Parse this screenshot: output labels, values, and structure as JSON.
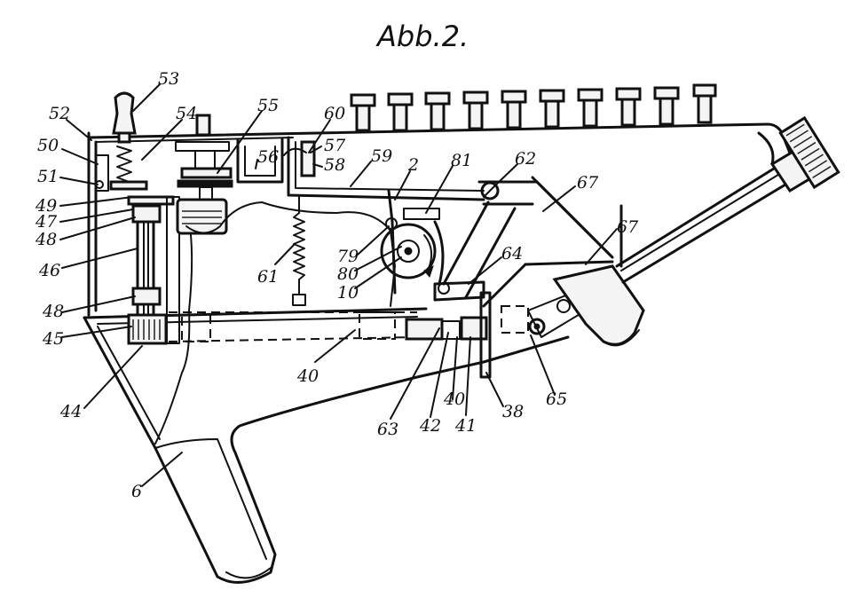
{
  "title": "Abb.2.",
  "labels": {
    "n53": "53",
    "n52": "52",
    "n54": "54",
    "n55": "55",
    "n60": "60",
    "n50": "50",
    "n57": "57",
    "n56": "56",
    "n58": "58",
    "n59": "59",
    "n2": "2",
    "n81": "81",
    "n62": "62",
    "n67a": "67",
    "n51": "51",
    "n49": "49",
    "n47": "47",
    "n48a": "48",
    "n46": "46",
    "n61": "61",
    "n79": "79",
    "n80": "80",
    "n10": "10",
    "n67b": "67",
    "n64": "64",
    "n48b": "48",
    "n45": "45",
    "n40a": "40",
    "n44": "44",
    "n63": "63",
    "n42": "42",
    "n40b": "40",
    "n41": "41",
    "n38": "38",
    "n65": "65",
    "n6": "6"
  },
  "keys_count": 10
}
